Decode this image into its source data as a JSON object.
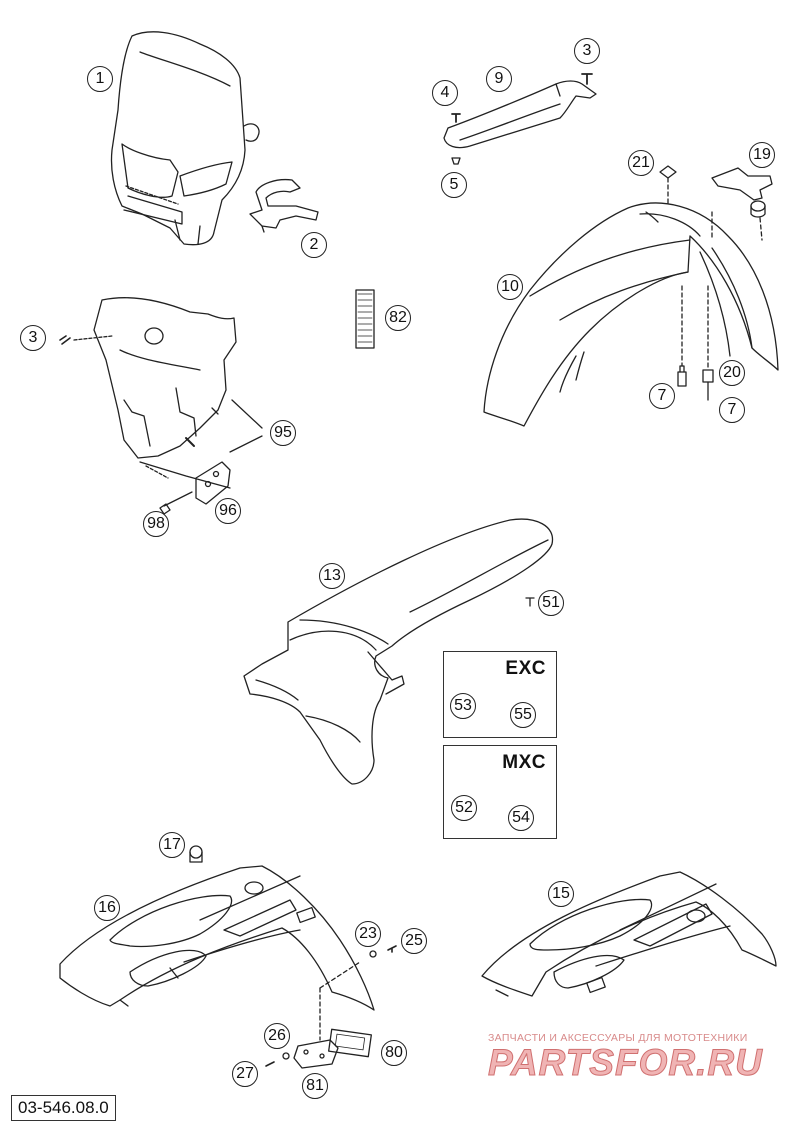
{
  "diagram": {
    "document_number": "03-546.08.0",
    "variants": [
      {
        "key": "exc",
        "title": "EXC",
        "callouts": [
          "53",
          "55"
        ]
      },
      {
        "key": "mxc",
        "title": "MXC",
        "callouts": [
          "52",
          "54"
        ]
      }
    ],
    "callouts": {
      "c1": "1",
      "c2": "2",
      "c3a": "3",
      "c3b": "3",
      "c4": "4",
      "c5": "5",
      "c7a": "7",
      "c7b": "7",
      "c9": "9",
      "c10": "10",
      "c13": "13",
      "c15": "15",
      "c16": "16",
      "c17": "17",
      "c19": "19",
      "c20": "20",
      "c21": "21",
      "c23": "23",
      "c25": "25",
      "c26": "26",
      "c27": "27",
      "c51": "51",
      "c52": "52",
      "c53": "53",
      "c54": "54",
      "c55": "55",
      "c80": "80",
      "c81": "81",
      "c82": "82",
      "c95": "95",
      "c96": "96",
      "c98": "98"
    },
    "watermark": {
      "tagline": "ЗАПЧАСТИ И АКСЕССУАРЫ ДЛЯ МОТОТЕХНИКИ",
      "brand": "PARTSFOR.RU",
      "color": "#e89a9a"
    },
    "line_color": "#222222"
  }
}
